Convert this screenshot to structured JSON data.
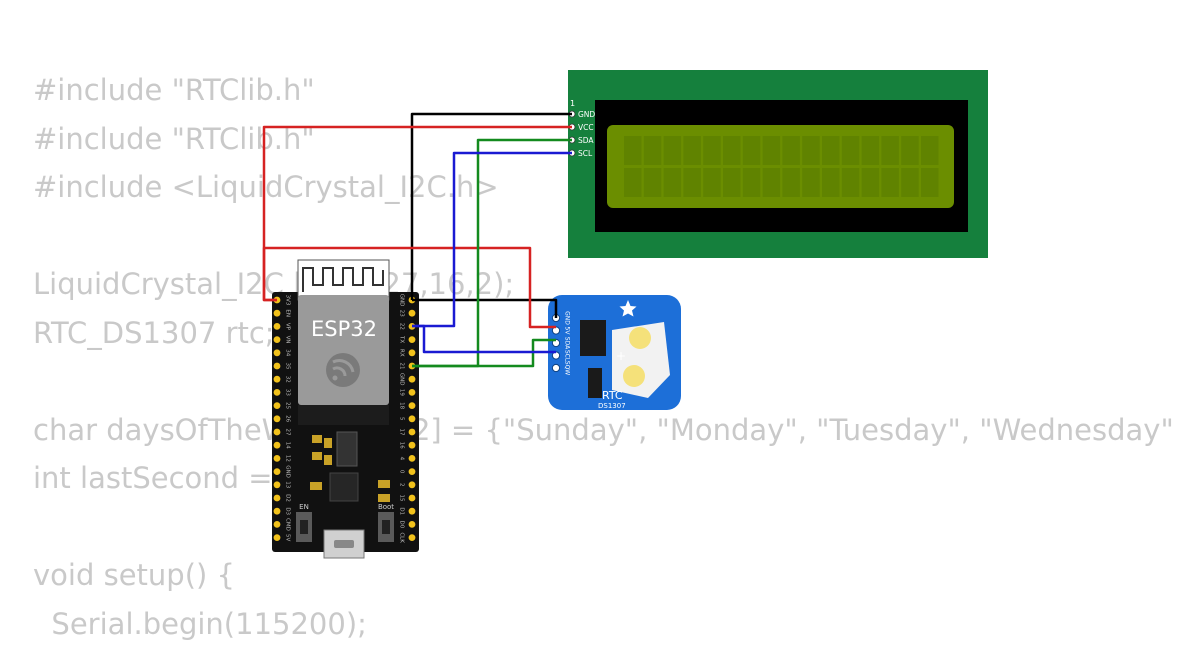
{
  "code_lines": [
    "#include \"RTClib.h\"",
    "#include \"RTClib.h\"",
    "#include <LiquidCrystal_I2C.h>",
    "",
    "LiquidCrystal_I2C lcd(0x27,16,2);",
    "RTC_DS1307 rtc;",
    "",
    "char daysOfTheWeek[7][12] = {\"Sunday\", \"Monday\", \"Tuesday\", \"Wednesday\"",
    "int lastSecond = 0;",
    "",
    "void setup() {",
    "  Serial.begin(115200);"
  ],
  "lcd": {
    "pin1_label": "1",
    "pins": [
      "GND",
      "VCC",
      "SDA",
      "SCL"
    ],
    "colors": {
      "board": "#15803d",
      "bezel": "#000000",
      "screen": "#6b8e00"
    }
  },
  "esp32": {
    "chip_label": "ESP32",
    "left_pins": [
      "3V3",
      "EN",
      "VP",
      "VN",
      "34",
      "35",
      "32",
      "33",
      "25",
      "26",
      "27",
      "14",
      "12",
      "GND",
      "13",
      "D2",
      "D3",
      "CMD",
      "5V"
    ],
    "right_pins": [
      "GND",
      "23",
      "22",
      "TX",
      "RX",
      "21",
      "GND",
      "19",
      "18",
      "5",
      "17",
      "16",
      "4",
      "0",
      "2",
      "15",
      "D1",
      "D0",
      "CLK"
    ],
    "button_en": "EN",
    "button_boot": "Boot"
  },
  "rtc": {
    "pins": [
      "GND",
      "5V",
      "SDA",
      "SCL",
      "SQW"
    ],
    "label": "RTC",
    "model": "DS1307",
    "colors": {
      "board": "#1d6fd8"
    }
  },
  "wire_colors": {
    "gnd": "#000000",
    "vcc": "#d62222",
    "sda": "#138a1e",
    "scl": "#1a1ad2"
  }
}
